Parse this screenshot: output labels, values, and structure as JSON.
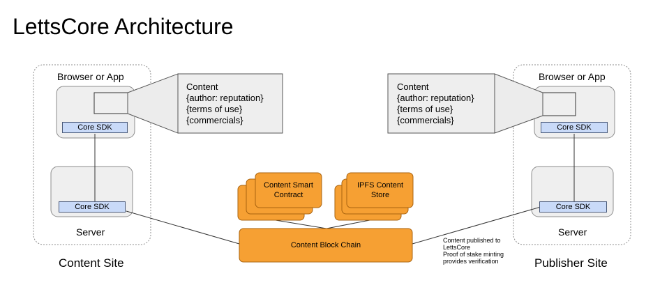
{
  "title": "LettsCore Architecture",
  "content_site": {
    "label": "Content Site",
    "browser_label": "Browser or App",
    "browser_sdk": "Core SDK",
    "server_sdk": "Core SDK",
    "server_label": "Server",
    "callout": "Content\n{author: reputation}\n{terms of use}\n{commercials}"
  },
  "publisher_site": {
    "label": "Publisher Site",
    "browser_label": "Browser or App",
    "browser_sdk": "Core SDK",
    "server_sdk": "Core SDK",
    "server_label": "Server",
    "callout": "Content\n{author: reputation}\n{terms of use}\n{commercials}"
  },
  "center": {
    "smart_contract": "Content Smart Contract",
    "ipfs": "IPFS Content Store",
    "block_chain": "Content Block Chain",
    "note": "Content published to\nLettsCore\nProof of stake minting\nprovides verification"
  },
  "colors": {
    "orange_fill": "#f6a033",
    "orange_stroke": "#a9630f",
    "sdk_fill": "#c9daf8",
    "box_fill": "#efefef",
    "callout_fill": "#eeeeee",
    "line": "#595959"
  }
}
